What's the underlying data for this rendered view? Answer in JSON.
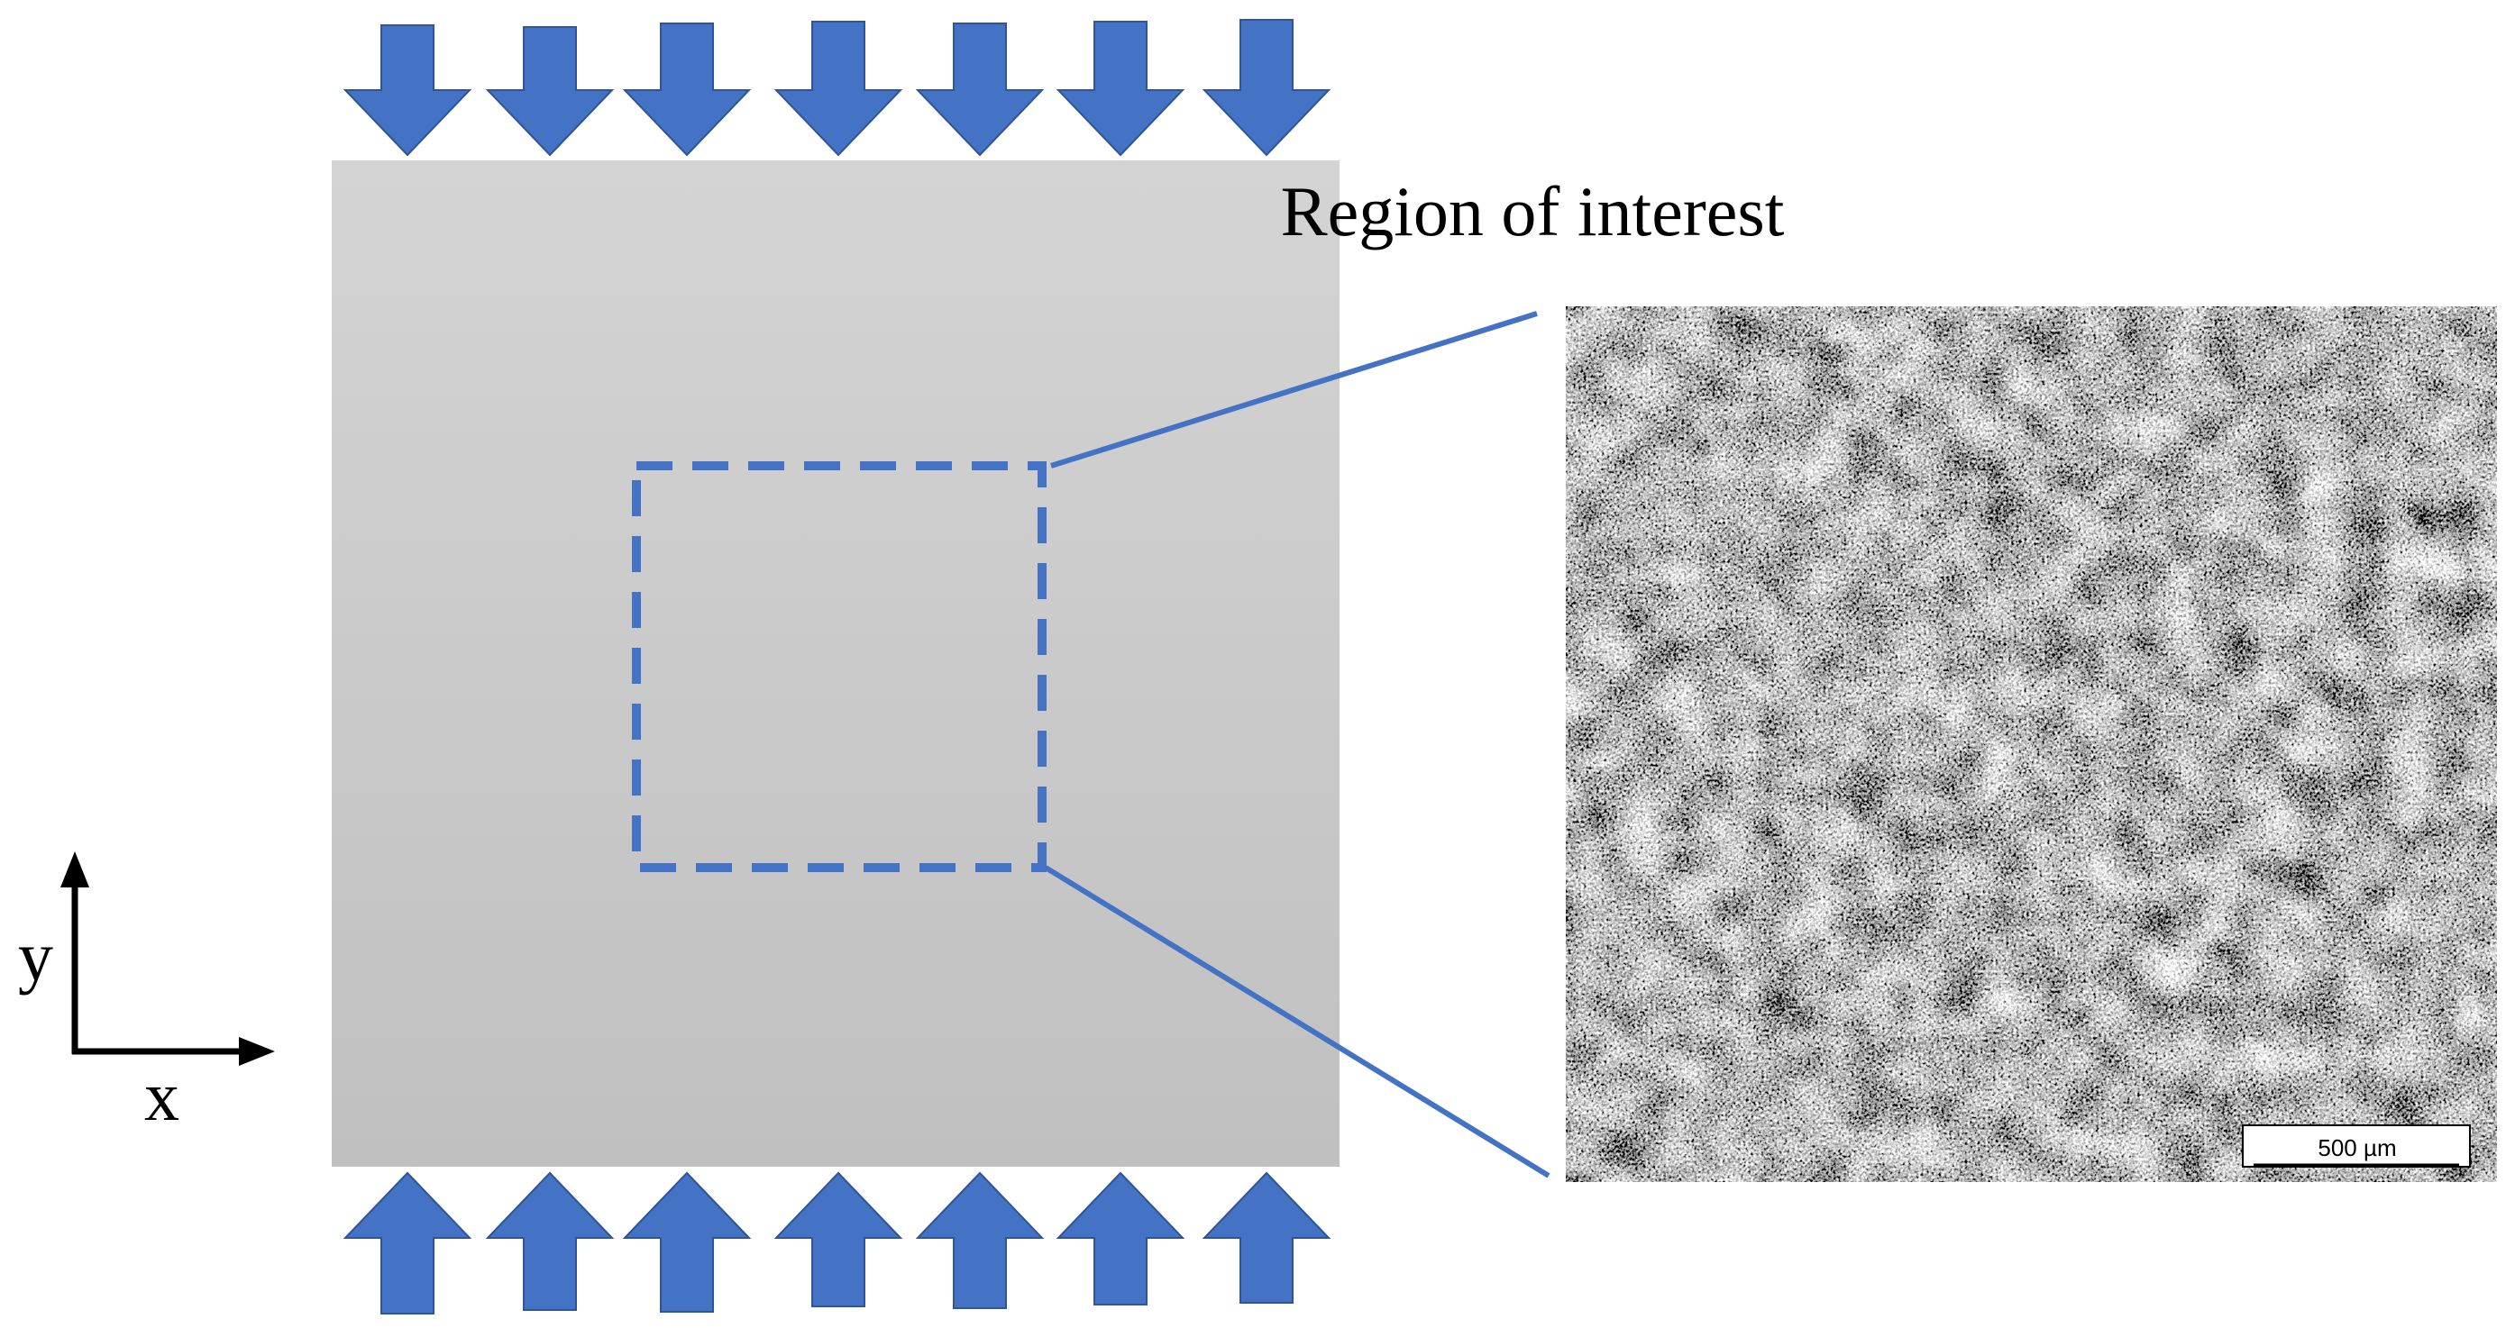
{
  "title": "Region of interest",
  "axes": {
    "x_label": "x",
    "y_label": "y"
  },
  "scale_bar": {
    "label": "500 µm"
  },
  "arrows": {
    "top_count": 7,
    "bottom_count": 7,
    "color": "#4472C4"
  },
  "colors": {
    "specimen_top": "#d4d4d4",
    "specimen_bottom": "#c0c0c0",
    "roi_box": "#4472C4",
    "zoom_lines": "#4472C4"
  },
  "icons": {
    "load_arrow_down": "down-arrow-icon",
    "load_arrow_up": "up-arrow-icon"
  }
}
